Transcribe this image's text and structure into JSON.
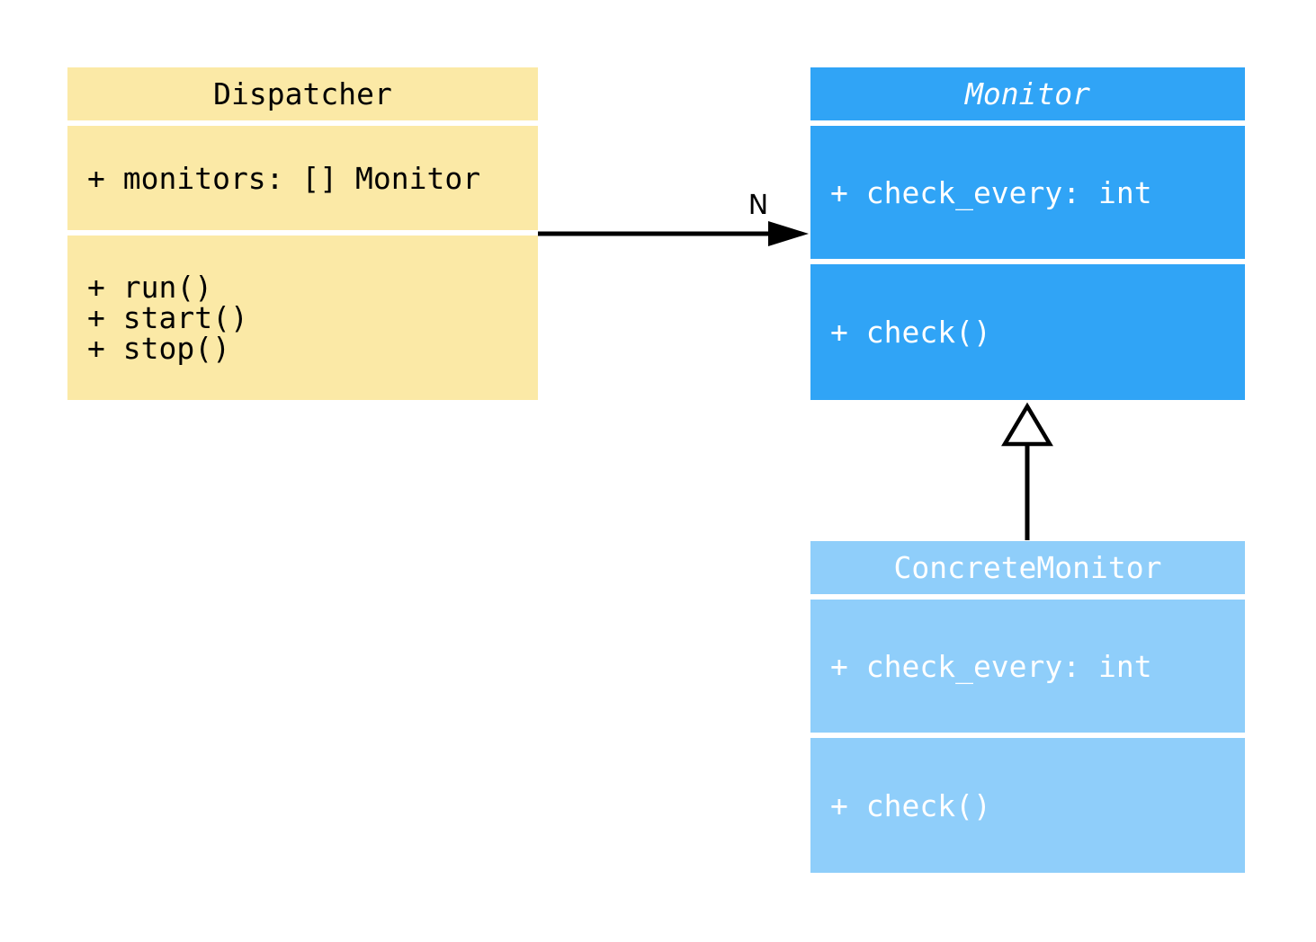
{
  "colors": {
    "page-bg": "#ffffff",
    "dispatcher-bg": "#FBE9A6",
    "dispatcher-text": "#000000",
    "monitor-bg": "#30A4F6",
    "concrete-monitor-bg": "#8FCEFA",
    "class-text-light": "#ffffff",
    "connector": "#000000"
  },
  "classes": {
    "dispatcher": {
      "name": "Dispatcher",
      "attributes": [
        "+ monitors: [] Monitor"
      ],
      "methods": [
        "+ run()",
        "+ start()",
        "+ stop()"
      ]
    },
    "monitor": {
      "name": "Monitor",
      "attributes": [
        "+ check_every: int"
      ],
      "methods": [
        "+ check()"
      ]
    },
    "concrete_monitor": {
      "name": "ConcreteMonitor",
      "attributes": [
        "+ check_every: int"
      ],
      "methods": [
        "+ check()"
      ]
    }
  },
  "relations": {
    "association": {
      "from": "Dispatcher",
      "to": "Monitor",
      "label": "N"
    },
    "inheritance": {
      "from": "ConcreteMonitor",
      "to": "Monitor"
    }
  }
}
